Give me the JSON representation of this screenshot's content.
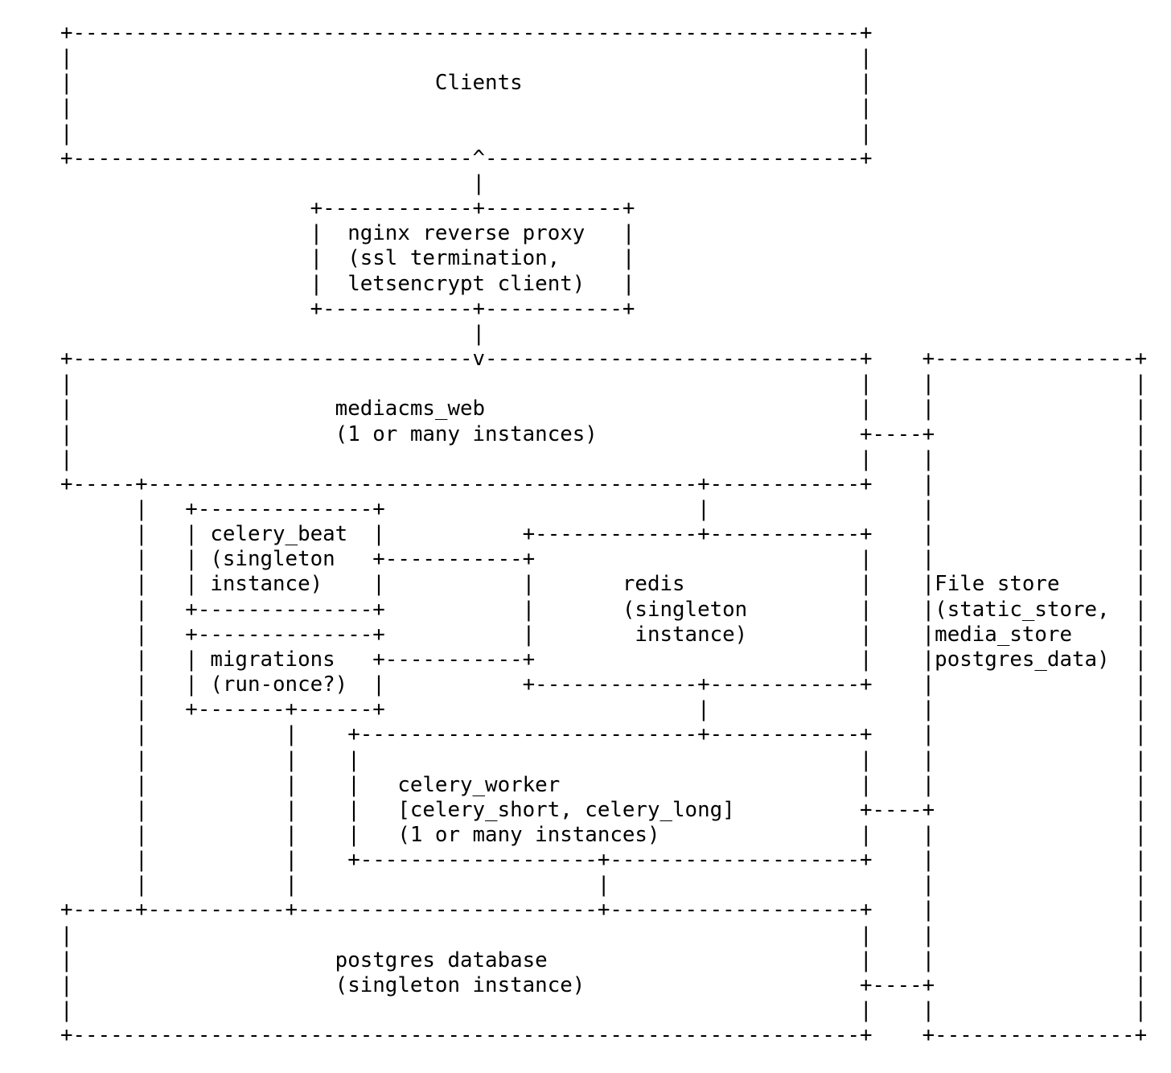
{
  "diagram": {
    "kind": "ascii-architecture-diagram",
    "text_color": "#000000",
    "background_color": "#ffffff",
    "nodes": [
      {
        "id": "clients",
        "label": "Clients"
      },
      {
        "id": "nginx",
        "label": "nginx reverse proxy",
        "sublabel": "(ssl termination, letsencrypt client)"
      },
      {
        "id": "mediacms_web",
        "label": "mediacms_web",
        "sublabel": "(1 or many instances)"
      },
      {
        "id": "celery_beat",
        "label": "celery_beat",
        "sublabel": "(singleton instance)"
      },
      {
        "id": "migrations",
        "label": "migrations",
        "sublabel": "(run-once?)"
      },
      {
        "id": "redis",
        "label": "redis",
        "sublabel": "(singleton instance)"
      },
      {
        "id": "celery_worker",
        "label": "celery_worker",
        "sublabel": "[celery_short, celery_long] (1 or many instances)"
      },
      {
        "id": "postgres",
        "label": "postgres database",
        "sublabel": "(singleton instance)"
      },
      {
        "id": "file_store",
        "label": "File store",
        "sublabel": "(static_store, media_store postgres_data)"
      }
    ],
    "edges": [
      {
        "from": "clients",
        "to": "nginx"
      },
      {
        "from": "nginx",
        "to": "mediacms_web"
      },
      {
        "from": "mediacms_web",
        "to": "file_store"
      },
      {
        "from": "mediacms_web",
        "to": "celery_beat"
      },
      {
        "from": "mediacms_web",
        "to": "redis"
      },
      {
        "from": "celery_beat",
        "to": "redis"
      },
      {
        "from": "migrations",
        "to": "redis"
      },
      {
        "from": "redis",
        "to": "celery_worker"
      },
      {
        "from": "celery_worker",
        "to": "file_store"
      },
      {
        "from": "celery_worker",
        "to": "postgres"
      },
      {
        "from": "migrations",
        "to": "postgres"
      },
      {
        "from": "mediacms_web",
        "to": "postgres"
      },
      {
        "from": "postgres",
        "to": "file_store"
      }
    ],
    "ascii_lines": [
      "+---------------------------------------------------------------+",
      "|                                                               |",
      "|                             Clients                           |",
      "|                                                               |",
      "|                                                               |",
      "+--------------------------------^------------------------------+",
      "                                 |",
      "                    +------------+-----------+",
      "                    |  nginx reverse proxy   |",
      "                    |  (ssl termination,     |",
      "                    |  letsencrypt client)   |",
      "                    +------------+-----------+",
      "                                 |",
      "+--------------------------------v------------------------------+    +----------------+",
      "|                                                               |    |                |",
      "|                     mediacms_web                              |    |                |",
      "|                     (1 or many instances)                     +----+                |",
      "|                                                               |    |                |",
      "+-----+--------------------------------------------+------------+    |                |",
      "      |   +--------------+                         |                 |                |",
      "      |   | celery_beat  |           +-------------+------------+    |                |",
      "      |   | (singleton   +-----------+                          |    |                |",
      "      |   | instance)    |           |       redis              |    |File store      |",
      "      |   +--------------+           |       (singleton         |    |(static_store,  |",
      "      |   +--------------+           |        instance)         |    |media_store     |",
      "      |   | migrations   +-----------+                          |    |postgres_data)  |",
      "      |   | (run-once?)  |           +-------------+------------+    |                |",
      "      |   +-------+------+                         |                 |                |",
      "      |           |    +---------------------------+------------+    |                |",
      "      |           |    |                                        |    |                |",
      "      |           |    |   celery_worker                        |    |                |",
      "      |           |    |   [celery_short, celery_long]          +----+                |",
      "      |           |    |   (1 or many instances)                |    |                |",
      "      |           |    +-------------------+--------------------+    |                |",
      "      |           |                        |                         |                |",
      "+-----+-----------+------------------------+--------------------+    |                |",
      "|                                                               |    |                |",
      "|                     postgres database                         |    |                |",
      "|                     (singleton instance)                      +----+                |",
      "|                                                               |    |                |",
      "+---------------------------------------------------------------+    +----------------+"
    ]
  }
}
